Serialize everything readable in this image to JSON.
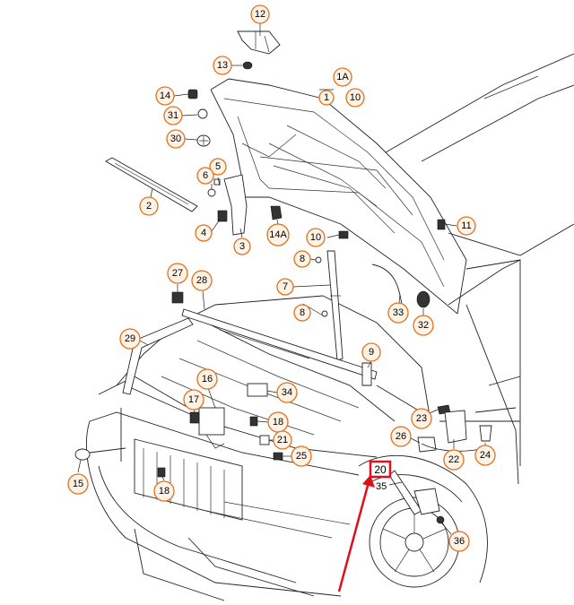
{
  "diagram": {
    "callouts": [
      {
        "id": "c12",
        "label": "12"
      },
      {
        "id": "c13",
        "label": "13"
      },
      {
        "id": "c1A",
        "label": "1A"
      },
      {
        "id": "c14",
        "label": "14"
      },
      {
        "id": "c31",
        "label": "31"
      },
      {
        "id": "c30",
        "label": "30"
      },
      {
        "id": "c1",
        "label": "1"
      },
      {
        "id": "c10a",
        "label": "10"
      },
      {
        "id": "c5",
        "label": "5"
      },
      {
        "id": "c6",
        "label": "6"
      },
      {
        "id": "c2",
        "label": "2"
      },
      {
        "id": "c4",
        "label": "4"
      },
      {
        "id": "c3",
        "label": "3"
      },
      {
        "id": "c14A",
        "label": "14A"
      },
      {
        "id": "c10b",
        "label": "10"
      },
      {
        "id": "c11",
        "label": "11"
      },
      {
        "id": "c8a",
        "label": "8"
      },
      {
        "id": "c7",
        "label": "7"
      },
      {
        "id": "c8b",
        "label": "8"
      },
      {
        "id": "c27",
        "label": "27"
      },
      {
        "id": "c28",
        "label": "28"
      },
      {
        "id": "c33",
        "label": "33"
      },
      {
        "id": "c32",
        "label": "32"
      },
      {
        "id": "c29",
        "label": "29"
      },
      {
        "id": "c9",
        "label": "9"
      },
      {
        "id": "c16",
        "label": "16"
      },
      {
        "id": "c34",
        "label": "34"
      },
      {
        "id": "c17",
        "label": "17"
      },
      {
        "id": "c18a",
        "label": "18"
      },
      {
        "id": "c21",
        "label": "21"
      },
      {
        "id": "c23",
        "label": "23"
      },
      {
        "id": "c26",
        "label": "26"
      },
      {
        "id": "c22",
        "label": "22"
      },
      {
        "id": "c24",
        "label": "24"
      },
      {
        "id": "c25",
        "label": "25"
      },
      {
        "id": "c15",
        "label": "15"
      },
      {
        "id": "c18b",
        "label": "18"
      },
      {
        "id": "c36",
        "label": "36"
      }
    ],
    "highlighted_label": "20",
    "plain_label": "35",
    "colors": {
      "callout_stroke": "#e07020",
      "callout_fill": "#fff3e6",
      "highlight": "#e0101a",
      "line": "#222222"
    }
  }
}
